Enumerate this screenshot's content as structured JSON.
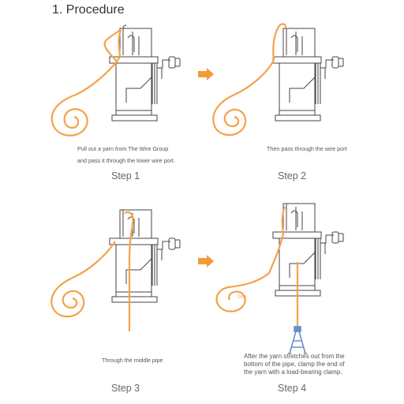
{
  "title": "1. Procedure",
  "colors": {
    "yarn": "#f5a24a",
    "arrow": "#f39b3a",
    "line": "#444444",
    "clamp": "#6a8fc7"
  },
  "steps": [
    {
      "label": "Step 1",
      "caption_line1": "Pull out a yarn from The Wire Group",
      "caption_line2": "and pass it through the lower wire port."
    },
    {
      "label": "Step 2",
      "caption_line1": "Then pass through the wire port"
    },
    {
      "label": "Step 3",
      "caption_line1": "Through the middle pipe"
    },
    {
      "label": "Step 4",
      "caption_line1": "After the yarn stretches out from the",
      "caption_line2": "bottom of the pipe, clamp the end of",
      "caption_line3": "the yarn with a load-bearing clamp."
    }
  ],
  "arrows": [
    "step-1-to-2-arrow",
    "step-3-to-4-arrow"
  ],
  "panel4_yarn_text": "One"
}
